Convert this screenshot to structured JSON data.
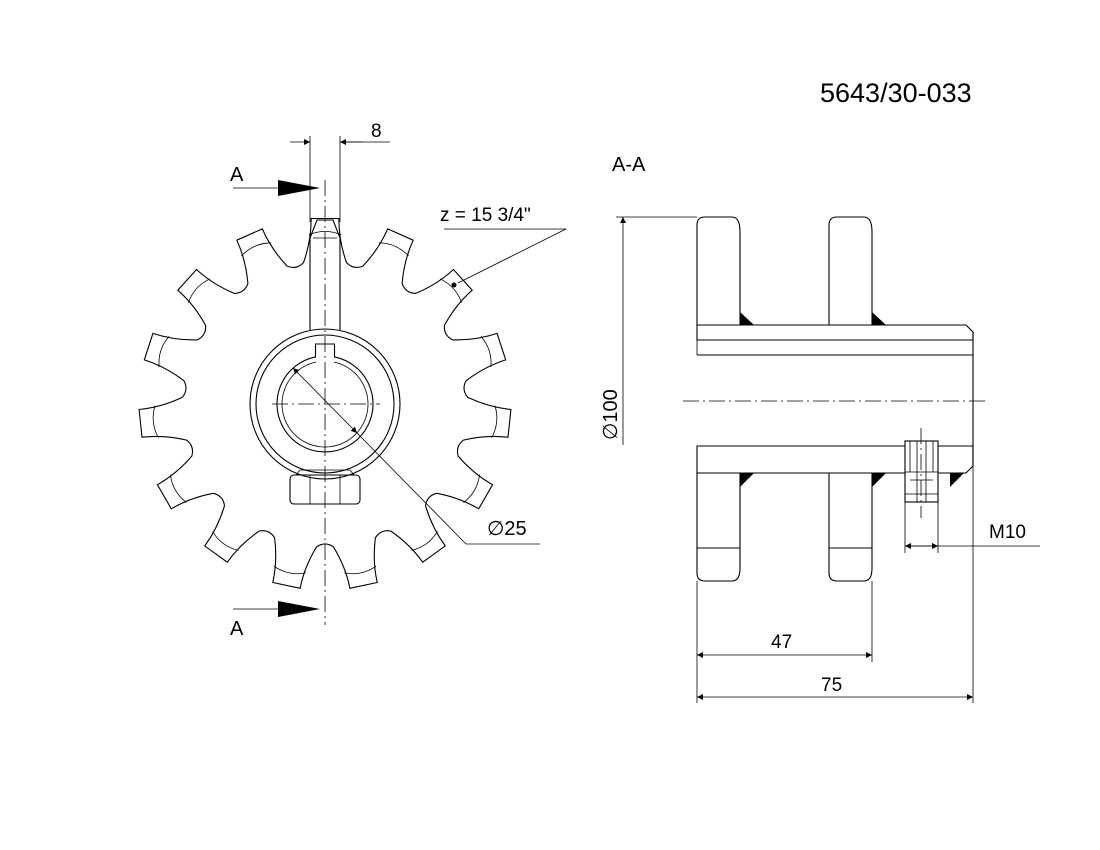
{
  "drawing_number": "5643/30-033",
  "section_label": "A-A",
  "cut_labels": [
    "A",
    "A"
  ],
  "teeth_note": "z = 15  3/4\"",
  "dims": {
    "key_width": "8",
    "bore": "∅25",
    "diameter": "∅100",
    "length_47": "47",
    "length_75": "75",
    "thread": "M10"
  }
}
